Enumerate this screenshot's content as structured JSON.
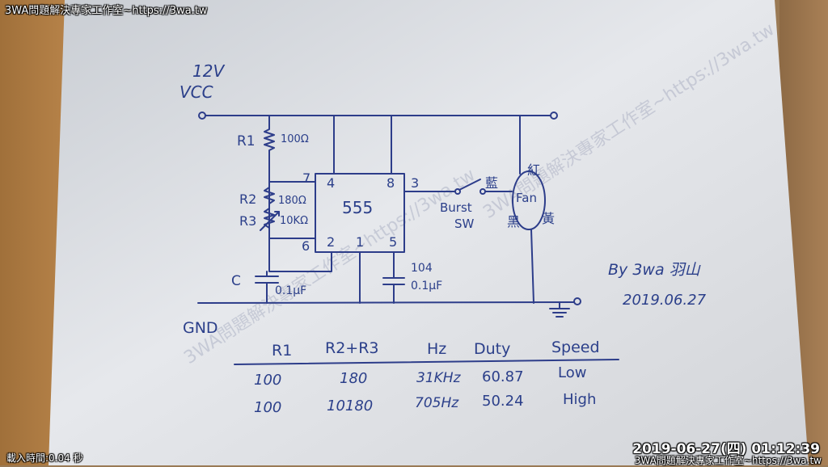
{
  "overlay": {
    "watermark_top": "3WA問題解決專家工作室~https://3wa.tw",
    "watermark_bottom": "3WA問題解決專家工作室~https://3wa.tw",
    "timestamp": "2019-06-27(四) 01:12:39",
    "load_time": "載入時間:0.04 秒"
  },
  "schematic": {
    "supply_voltage": "12V",
    "supply_label": "VCC",
    "ground_label": "GND",
    "ic": "555",
    "pins": {
      "p4": "4",
      "p8": "8",
      "p3": "3",
      "p7": "7",
      "p6": "6",
      "p2": "2",
      "p1": "1",
      "p5": "5"
    },
    "r1_label": "R1",
    "r1_value": "100Ω",
    "r2_label": "R2",
    "r2_value": "180Ω",
    "r3_label": "R3",
    "r3_value": "10KΩ",
    "c_label": "C",
    "c_value": "0.1μF",
    "c5_code": "104",
    "c5_value": "0.1μF",
    "switch_label_1": "Burst",
    "switch_label_2": "SW",
    "fan_label": "Fan",
    "wire_blue": "藍",
    "wire_red": "紅",
    "wire_black": "黑",
    "wire_yellow": "黃",
    "author": "By 3wa 羽山",
    "date": "2019.06.27"
  },
  "table": {
    "headers": [
      "R1",
      "R2+R3",
      "Hz",
      "Duty",
      "Speed"
    ],
    "rows": [
      [
        "100",
        "180",
        "31KHz",
        "60.87",
        "Low"
      ],
      [
        "100",
        "10180",
        "705Hz",
        "50.24",
        "High"
      ]
    ]
  },
  "colors": {
    "ink": "#2d3d8a",
    "paper": "#e4e6ea"
  }
}
